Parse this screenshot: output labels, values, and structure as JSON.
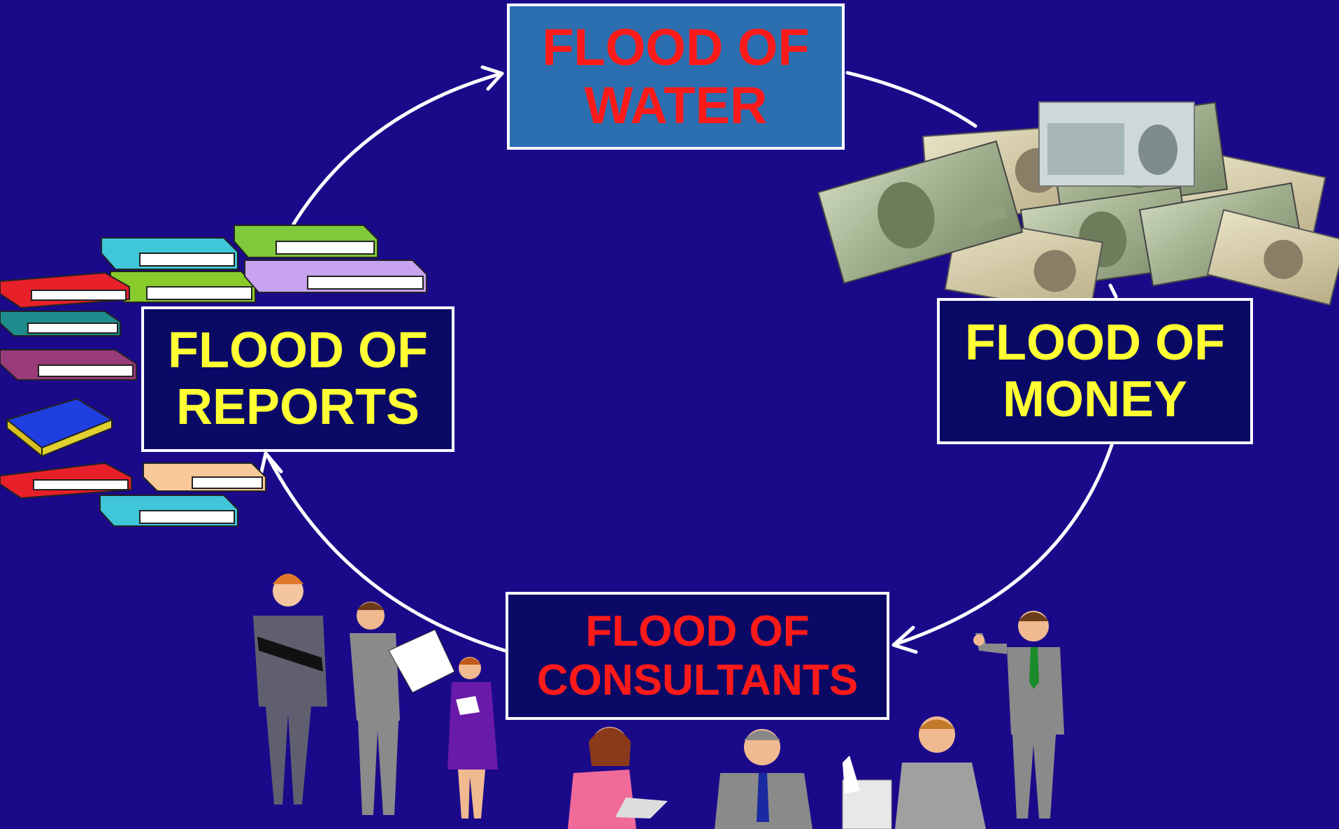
{
  "diagram": {
    "nodes": [
      {
        "id": "water",
        "lines": [
          "FLOOD OF",
          "WATER"
        ],
        "text_color": "#ff1a1a",
        "fill": "#2b6fb0"
      },
      {
        "id": "money",
        "lines": [
          "FLOOD OF",
          "MONEY"
        ],
        "text_color": "#ffff33",
        "fill": "#0a0a66"
      },
      {
        "id": "consultants",
        "lines": [
          "FLOOD OF",
          "CONSULTANTS"
        ],
        "text_color": "#ff1a1a",
        "fill": "#0a0a66"
      },
      {
        "id": "reports",
        "lines": [
          "FLOOD OF",
          "REPORTS"
        ],
        "text_color": "#ffff33",
        "fill": "#0a0a66"
      }
    ],
    "cycle": [
      "water",
      "money",
      "consultants",
      "reports",
      "water"
    ],
    "edge_color": "#ffffff",
    "background": "#1a0a8a",
    "illustrations": [
      "banknotes-clipart",
      "books-stack-clipart",
      "business-people-clipart"
    ]
  }
}
